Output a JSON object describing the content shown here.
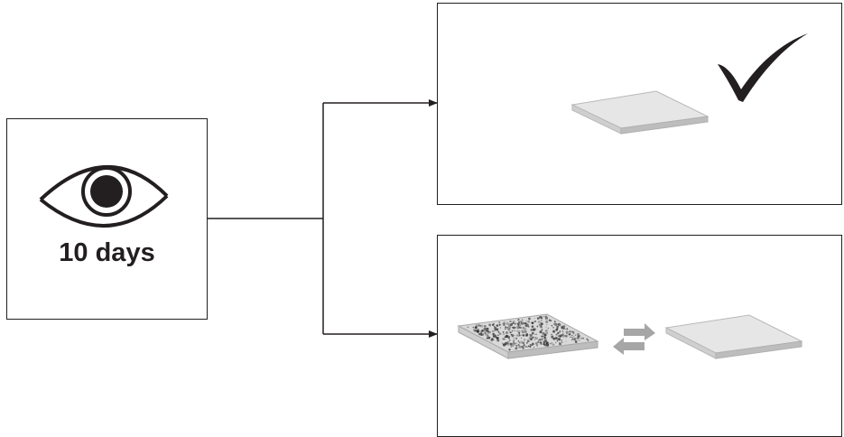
{
  "observation": {
    "label": "10 days",
    "icon": "eye-icon"
  },
  "outcomes": [
    {
      "name": "clean-surface",
      "icon": "checkmark-icon"
    },
    {
      "name": "contaminated-surface",
      "icon": "exchange-arrows-icon"
    }
  ],
  "colors": {
    "line": "#231f20",
    "slab_top": "#e6e6e6",
    "slab_side": "#bdbdbd",
    "arrows": "#a6a6a6"
  }
}
